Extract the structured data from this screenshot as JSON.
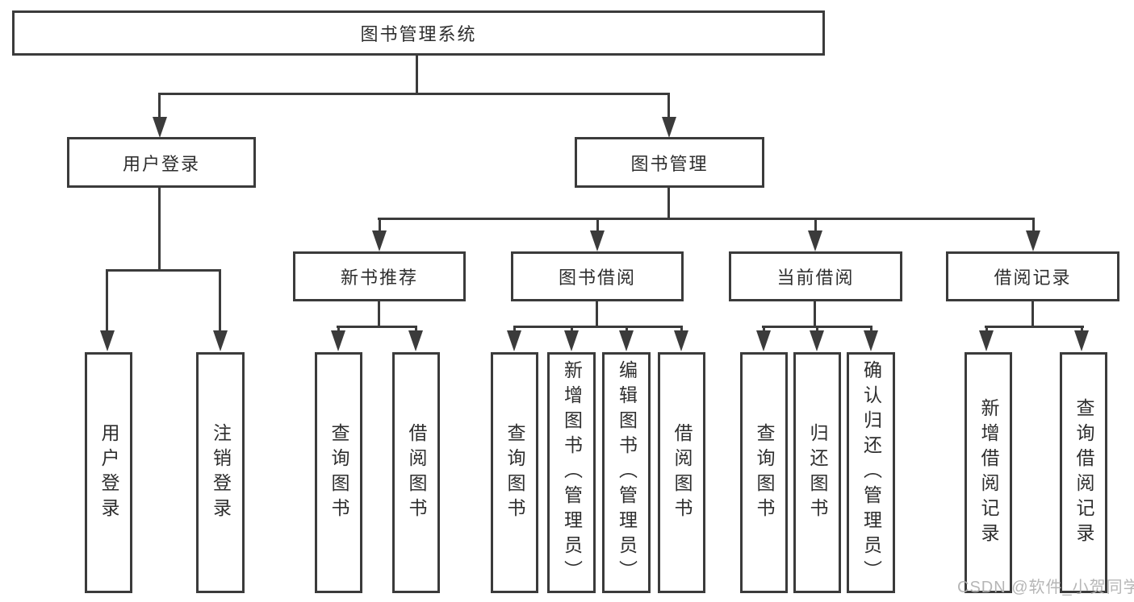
{
  "root": {
    "label": "图书管理系统"
  },
  "branches": [
    {
      "label": "用户登录",
      "children": [
        {
          "label": "用户登录"
        },
        {
          "label": "注销登录"
        }
      ]
    },
    {
      "label": "图书管理",
      "groups": [
        {
          "label": "新书推荐",
          "children": [
            {
              "label": "查询图书"
            },
            {
              "label": "借阅图书"
            }
          ]
        },
        {
          "label": "图书借阅",
          "children": [
            {
              "label": "查询图书"
            },
            {
              "label": "新增图书（管理员）"
            },
            {
              "label": "编辑图书（管理员）"
            },
            {
              "label": "借阅图书"
            }
          ]
        },
        {
          "label": "当前借阅",
          "children": [
            {
              "label": "查询图书"
            },
            {
              "label": "归还图书"
            },
            {
              "label": "确认归还（管理员）"
            }
          ]
        },
        {
          "label": "借阅记录",
          "children": [
            {
              "label": "新增借阅记录"
            },
            {
              "label": "查询借阅记录"
            }
          ]
        }
      ]
    }
  ],
  "watermark": {
    "text": "CSDN @软件_小贺同学"
  },
  "colors": {
    "line": "#3b3b3b",
    "text": "#2e2e2e",
    "watermark": "#b3b3b3",
    "background": "#ffffff"
  }
}
